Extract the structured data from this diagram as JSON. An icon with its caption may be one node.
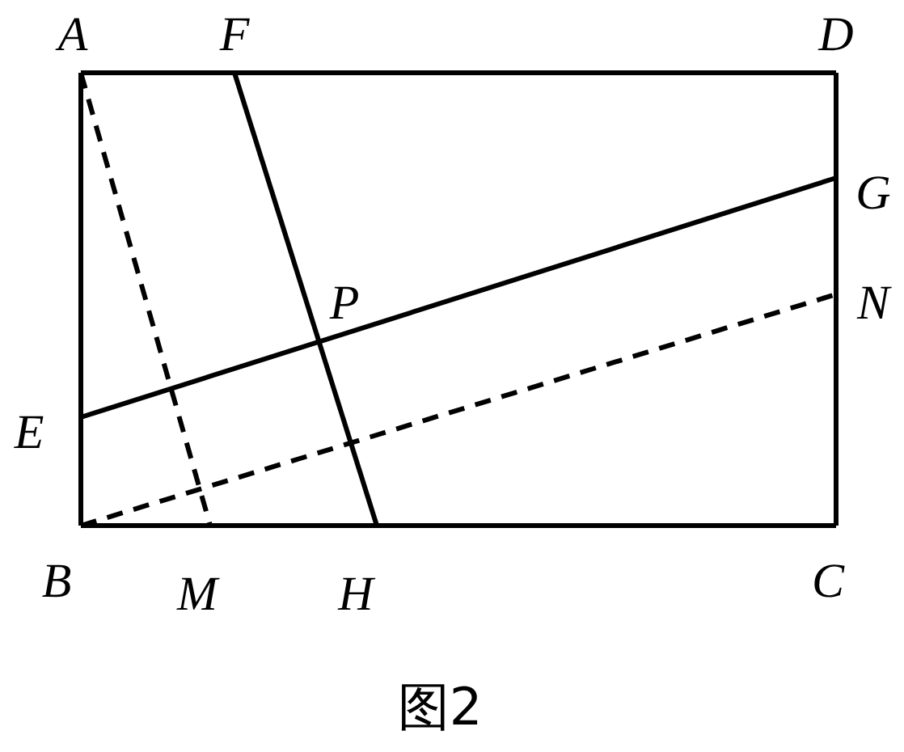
{
  "diagram": {
    "caption": "图2",
    "labels": [
      "A",
      "F",
      "D",
      "G",
      "P",
      "N",
      "E",
      "B",
      "M",
      "H",
      "C"
    ]
  }
}
